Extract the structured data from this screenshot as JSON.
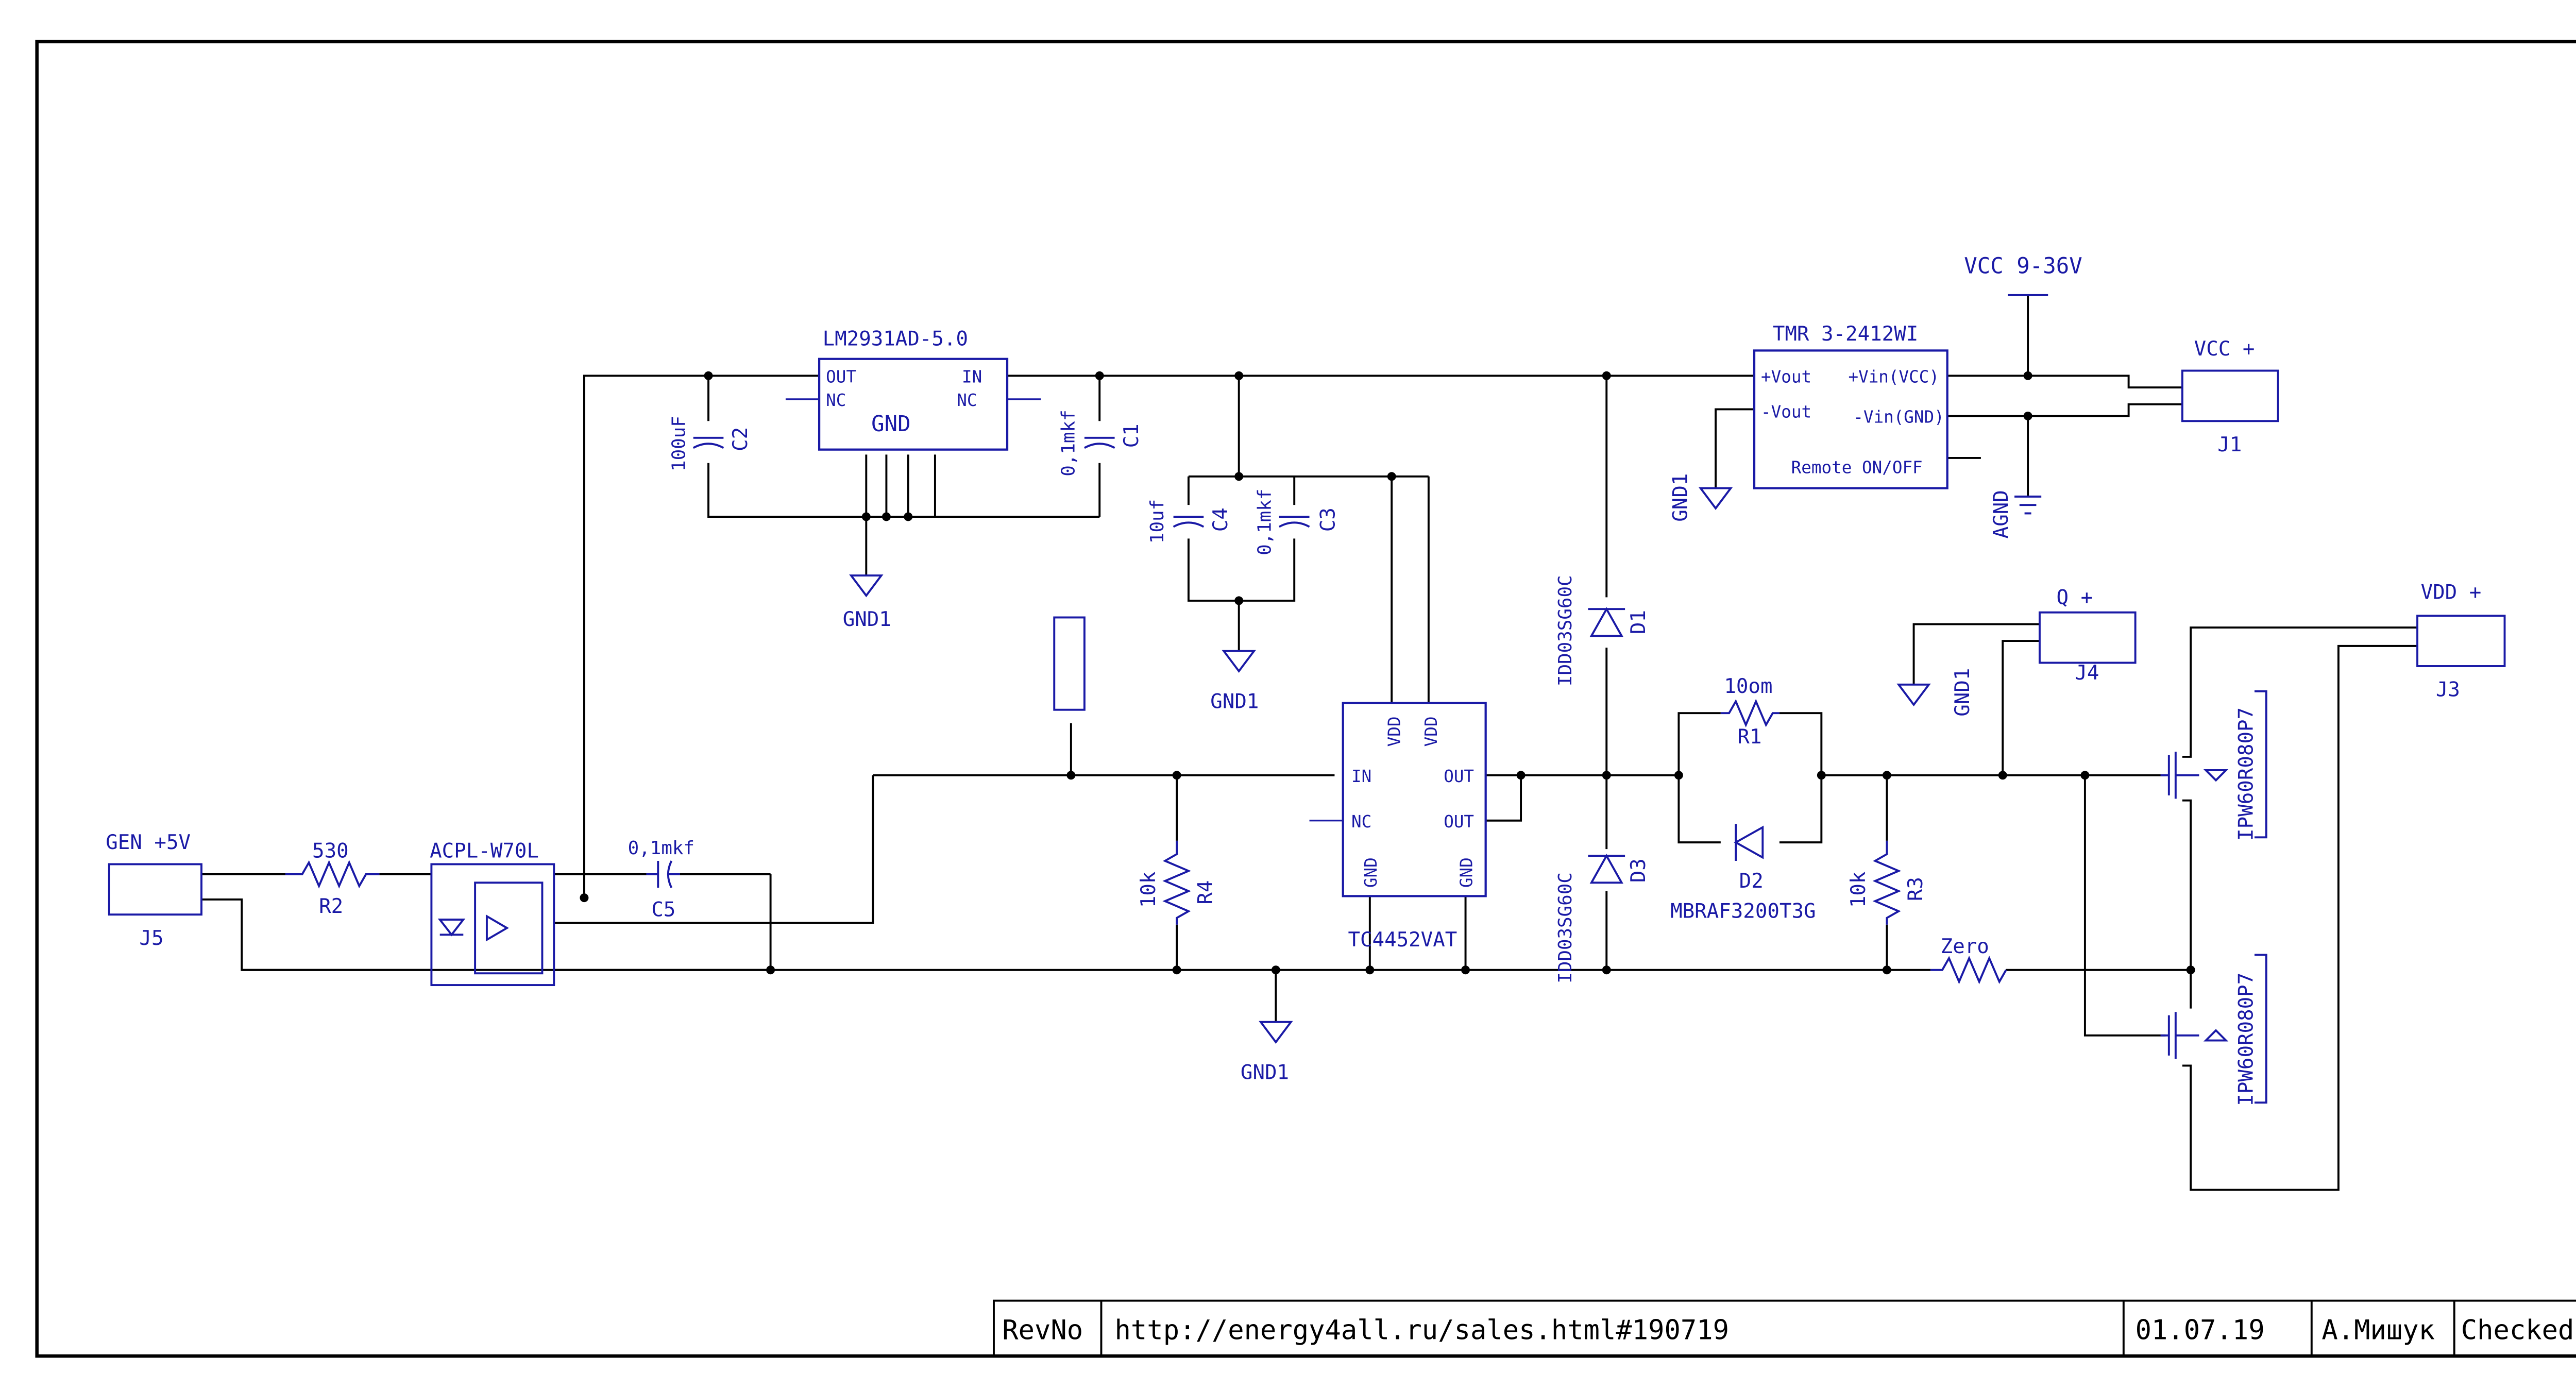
{
  "components": {
    "u_reg": {
      "ref": "LM2931AD-5.0",
      "center": "GND",
      "pins": {
        "out": "OUT",
        "nc5": "NC",
        "in": "IN",
        "nc4": "NC"
      }
    },
    "u_dcdc": {
      "ref": "TMR 3-2412WI",
      "pins": {
        "pvout": "+Vout",
        "mvout": "-Vout",
        "pvin": "+Vin(VCC)",
        "mvin": "-Vin(GND)",
        "remote": "Remote ON/OFF"
      }
    },
    "u_drv": {
      "ref": "TC4452VAT",
      "pins": {
        "vdd1": "VDD",
        "vdd8": "VDD",
        "in": "IN",
        "nc": "NC",
        "out7": "OUT",
        "out6": "OUT",
        "gnd4": "GND",
        "gnd5": "GND"
      }
    },
    "u_opto": {
      "ref": "ACPL-W70L"
    },
    "c2": {
      "ref": "C2",
      "value": "100uF"
    },
    "c1": {
      "ref": "C1",
      "value": "0,1mkf"
    },
    "c4": {
      "ref": "C4",
      "value": "10uf"
    },
    "c3": {
      "ref": "C3",
      "value": "0,1mkf"
    },
    "c5": {
      "ref": "C5",
      "value": "0,1mkf"
    },
    "r2": {
      "ref": "R2",
      "value": "530"
    },
    "r4": {
      "ref": "R4",
      "value": "10k"
    },
    "r1": {
      "ref": "R1",
      "value": "10om"
    },
    "r3": {
      "ref": "R3",
      "value": "10k"
    },
    "r5": {
      "value": "Zero"
    },
    "d1": {
      "ref": "D1",
      "value": "IDD03SG60C"
    },
    "d3": {
      "ref": "D3",
      "value": "IDD03SG60C"
    },
    "d2": {
      "ref": "D2",
      "value": "MBRAF3200T3G"
    },
    "q1": {
      "value": "IPW60R080P7"
    },
    "q2": {
      "value": "IPW60R080P7"
    },
    "j1": {
      "ref": "J1",
      "label": "VCC +"
    },
    "j3": {
      "ref": "J3",
      "label": "VDD +"
    },
    "j4": {
      "ref": "J4",
      "label": "Q  +"
    },
    "j5": {
      "ref": "J5",
      "label": "GEN +5V"
    }
  },
  "nets": {
    "gnd1": "GND1",
    "agnd": "AGND",
    "vcc": "VCC 9-36V"
  },
  "title_block": {
    "rev": "RevNo",
    "url": "http://energy4all.ru/sales.html#190719",
    "date": "01.07.19",
    "author": "А.Мишук",
    "checked": "Checked"
  }
}
